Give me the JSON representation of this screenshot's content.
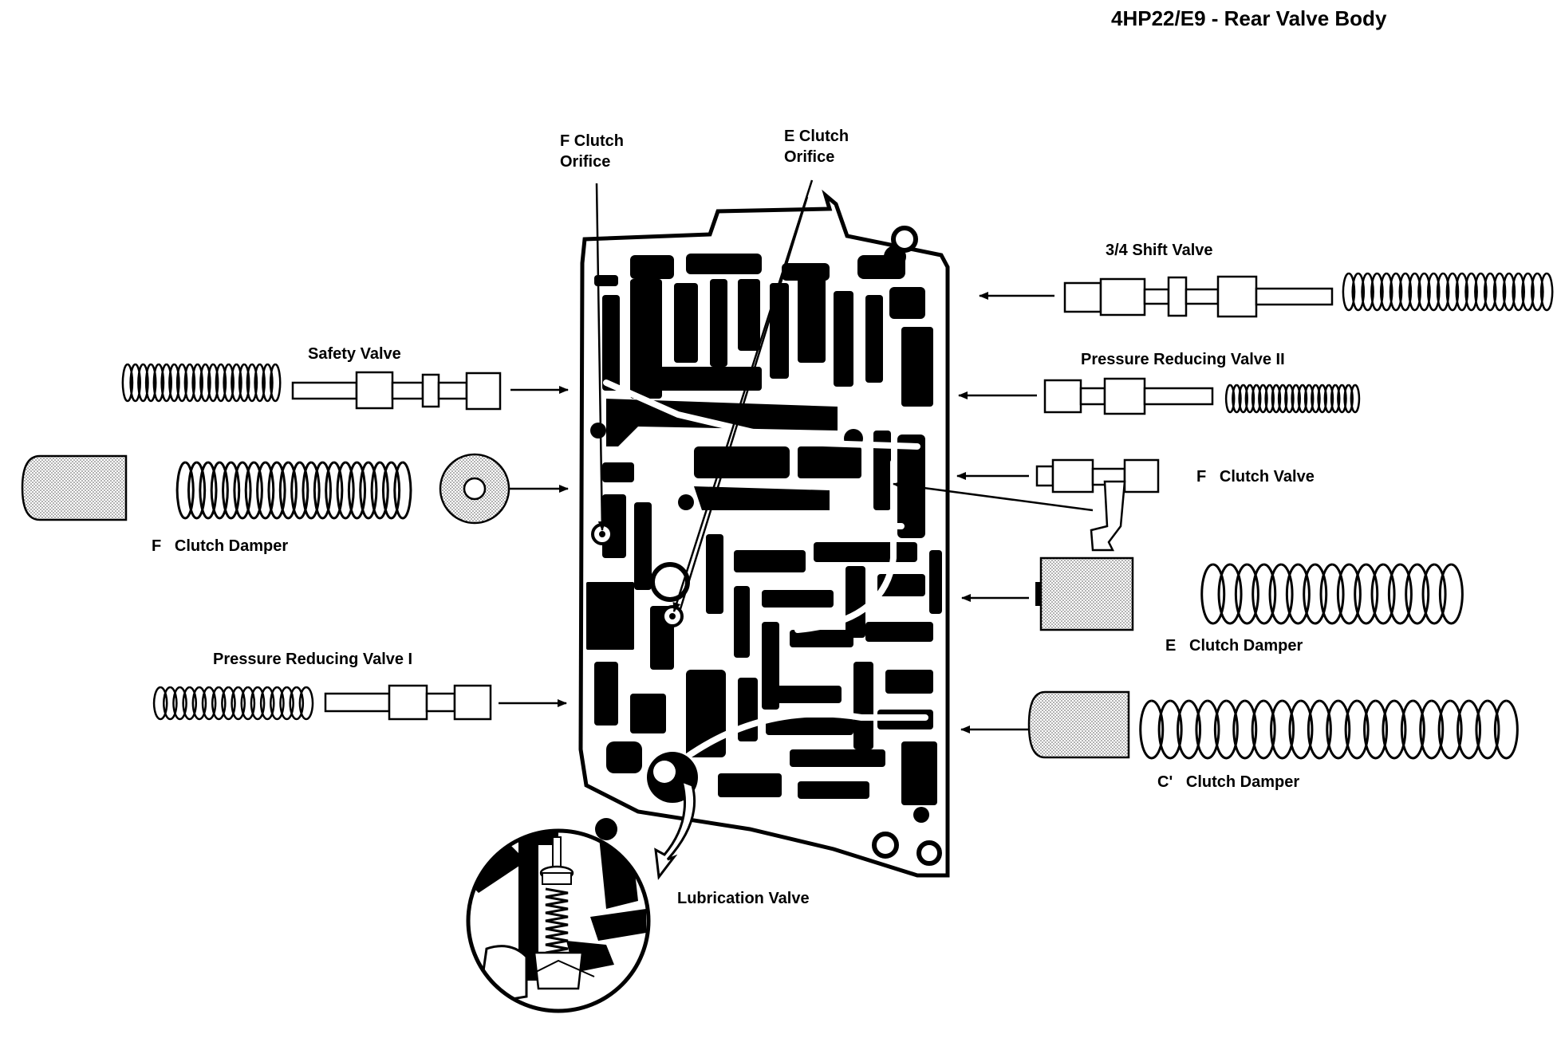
{
  "title": "4HP22/E9 - Rear Valve Body",
  "labels": {
    "f_clutch_orifice_1": "F Clutch",
    "f_clutch_orifice_2": "Orifice",
    "e_clutch_orifice_1": "E Clutch",
    "e_clutch_orifice_2": "Orifice",
    "shift_valve_34": "3/4 Shift Valve",
    "safety_valve": "Safety Valve",
    "pressure_reducing_valve_ii": "Pressure Reducing Valve II",
    "f_clutch_valve": "F   Clutch Valve",
    "f_clutch_damper": "F   Clutch Damper",
    "e_clutch_damper": "E   Clutch Damper",
    "pressure_reducing_valve_i": "Pressure Reducing Valve I",
    "c_prime_clutch_damper": "C'   Clutch Damper",
    "lubrication_valve": "Lubrication Valve"
  }
}
